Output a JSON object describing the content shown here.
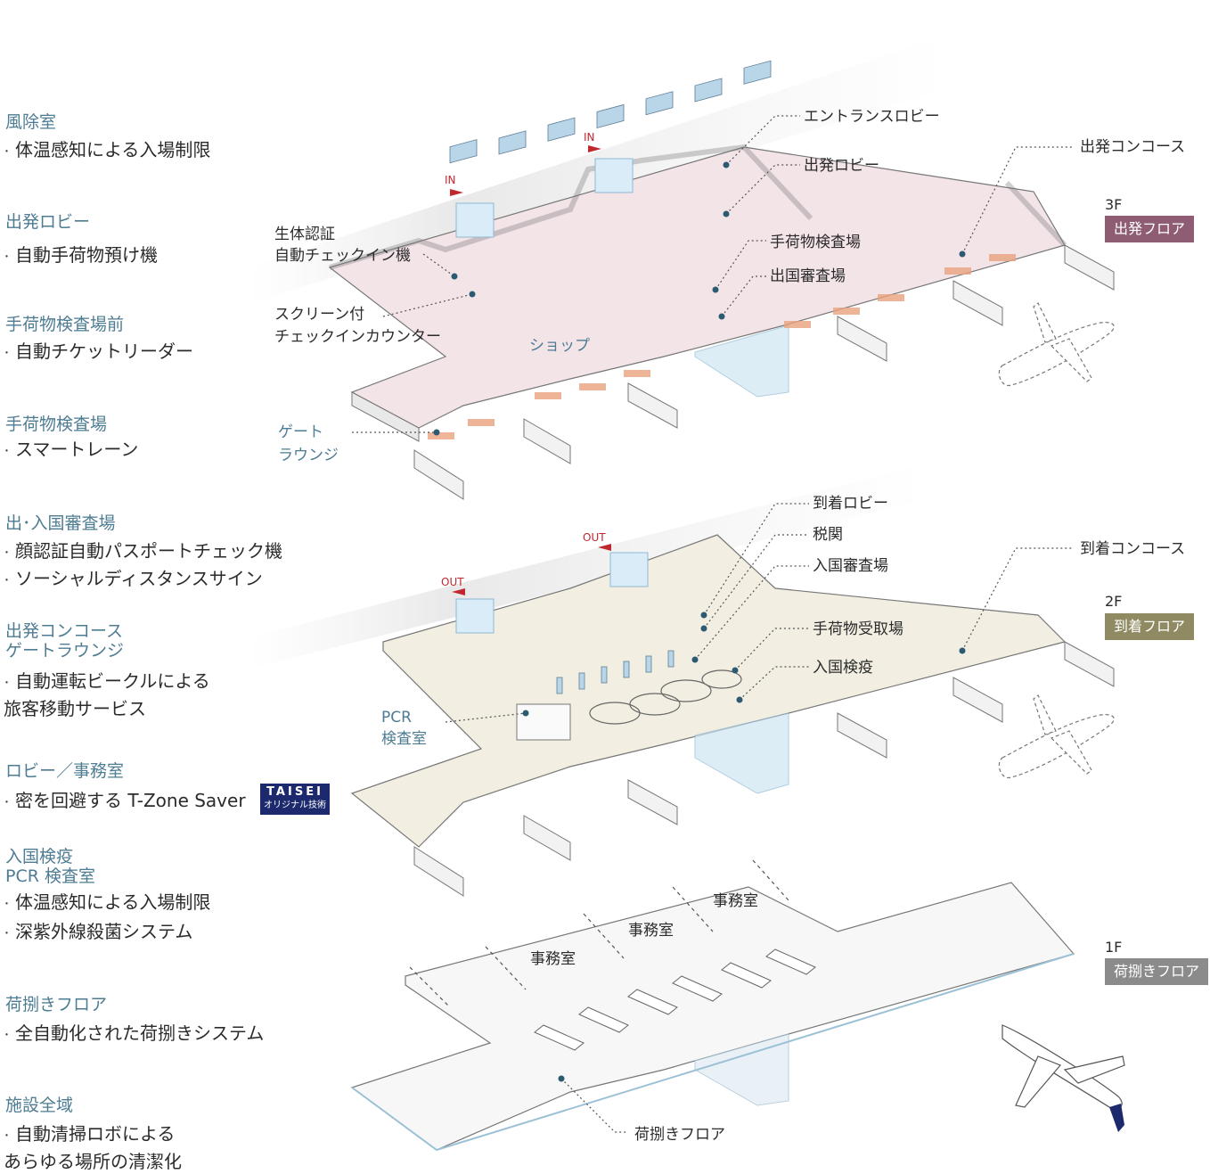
{
  "legend": {
    "sections": [
      {
        "title": "風除室",
        "items": [
          "体温感知による入場制限"
        ]
      },
      {
        "title": "出発ロビー",
        "items": [
          "自動手荷物預け機"
        ]
      },
      {
        "title": "手荷物検査場前",
        "items": [
          "自動チケットリーダー"
        ]
      },
      {
        "title": "手荷物検査場",
        "items": [
          "スマートレーン"
        ]
      },
      {
        "title": "出･入国審査場",
        "items": [
          "顔認証自動パスポートチェック機",
          "ソーシャルディスタンスサイン"
        ]
      },
      {
        "title": "出発コンコース\nゲートラウンジ",
        "items": [
          "自動運転ビークルによる\n旅客移動サービス"
        ]
      },
      {
        "title": "ロビー／事務室",
        "items": [
          "密を回避する T-Zone Saver"
        ]
      },
      {
        "title": "入国検疫\nPCR 検査室",
        "items": [
          "体温感知による入場制限",
          "深紫外線殺菌システム"
        ]
      },
      {
        "title": "荷捌きフロア",
        "items": [
          "全自動化された荷捌きシステム"
        ]
      },
      {
        "title": "施設全域",
        "items": [
          "自動清掃ロボによる\nあらゆる場所の清潔化"
        ]
      }
    ],
    "badge": {
      "line1": "TAISEI",
      "line2": "オリジナル技術"
    }
  },
  "floors": {
    "f3": {
      "number": "3F",
      "name": "出発フロア",
      "color": "#8e5d73"
    },
    "f2": {
      "number": "2F",
      "name": "到着フロア",
      "color": "#8f8a62"
    },
    "f1": {
      "number": "1F",
      "name": "荷捌きフロア",
      "color": "#8b8b8b"
    }
  },
  "labels_3f": {
    "entrance_lobby": "エントランスロビー",
    "departure_lobby": "出発ロビー",
    "departure_concourse": "出発コンコース",
    "bio_checkin_1": "生体認証",
    "bio_checkin_2": "自動チェックイン機",
    "baggage_inspection": "手荷物検査場",
    "emigration": "出国審査場",
    "screen_counter_1": "スクリーン付",
    "screen_counter_2": "チェックインカウンター",
    "shop": "ショップ",
    "gate_lounge_1": "ゲート",
    "gate_lounge_2": "ラウンジ",
    "in_1": "IN",
    "in_2": "IN"
  },
  "labels_2f": {
    "arrival_lobby": "到着ロビー",
    "customs": "税関",
    "immigration": "入国審査場",
    "baggage_claim": "手荷物受取場",
    "quarantine": "入国検疫",
    "arrival_concourse": "到着コンコース",
    "pcr_1": "PCR",
    "pcr_2": "検査室",
    "out_1": "OUT",
    "out_2": "OUT"
  },
  "labels_1f": {
    "office_1": "事務室",
    "office_2": "事務室",
    "office_3": "事務室",
    "handling_floor": "荷捌きフロア"
  },
  "colors": {
    "accent_text": "#4e7c93",
    "floor3_fill": "#f3e4e8",
    "floor2_fill": "#f2efe2",
    "floor1_fill": "#f5f5f5",
    "glass": "#cfe6f3",
    "arrow_red": "#c0282e"
  }
}
